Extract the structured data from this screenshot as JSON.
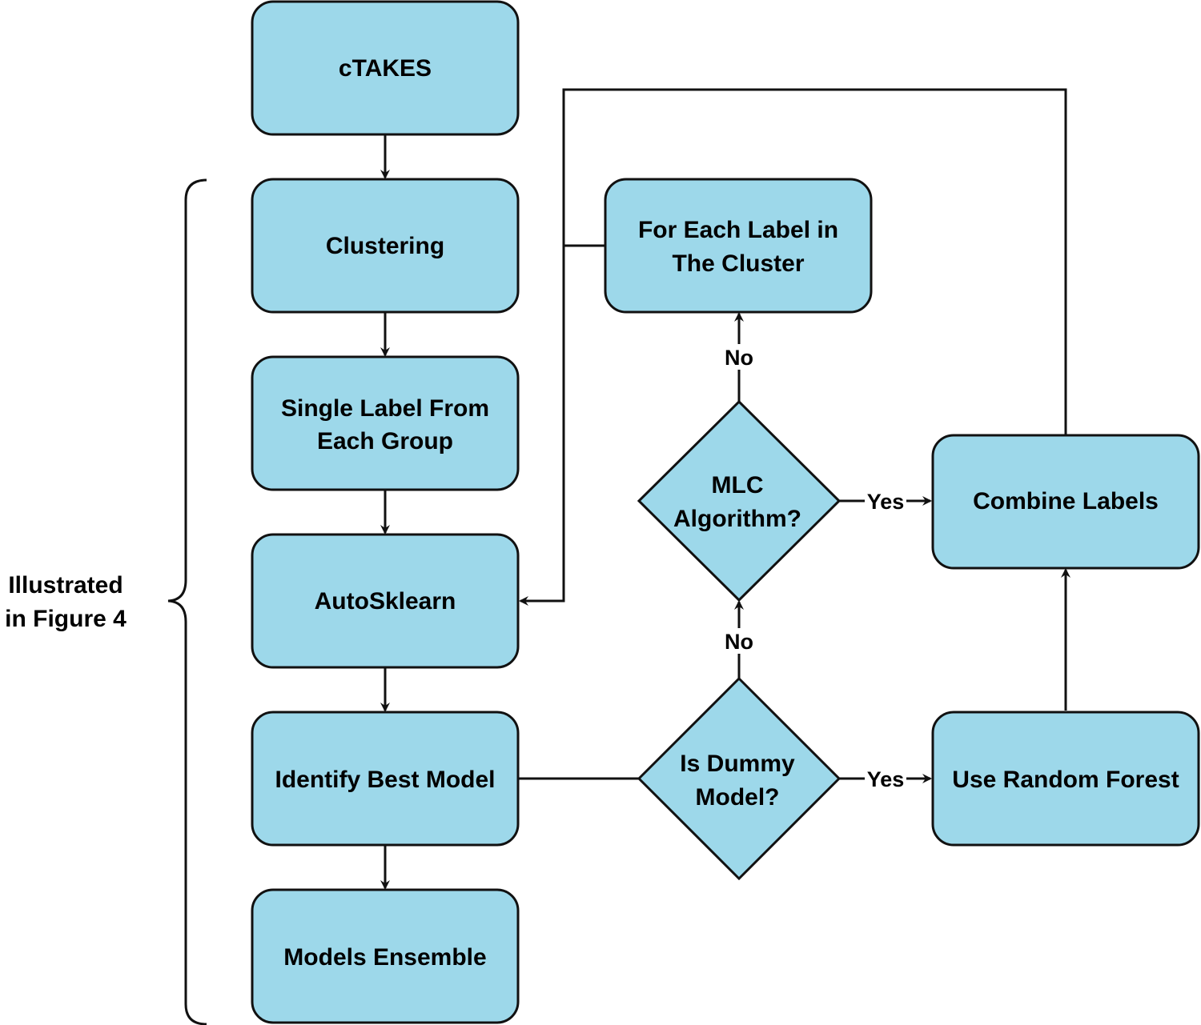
{
  "nodes": {
    "ctakes": "cTAKES",
    "clustering": "Clustering",
    "single_label_1": "Single Label From",
    "single_label_2": "Each Group",
    "autosklearn": "AutoSklearn",
    "identify": "Identify Best Model",
    "ensemble": "Models Ensemble",
    "for_each_1": "For Each Label in",
    "for_each_2": "The Cluster",
    "mlc_1": "MLC",
    "mlc_2": "Algorithm?",
    "dummy_1": "Is Dummy",
    "dummy_2": "Model?",
    "combine": "Combine Labels",
    "random_forest": "Use Random Forest"
  },
  "edge_labels": {
    "dummy_no": "No",
    "mlc_no": "No",
    "mlc_yes": "Yes",
    "dummy_yes": "Yes"
  },
  "brace_label": {
    "line1": "Illustrated",
    "line2": "in Figure 4"
  },
  "colors": {
    "node_fill": "#9dd8ea",
    "stroke": "#111111"
  }
}
